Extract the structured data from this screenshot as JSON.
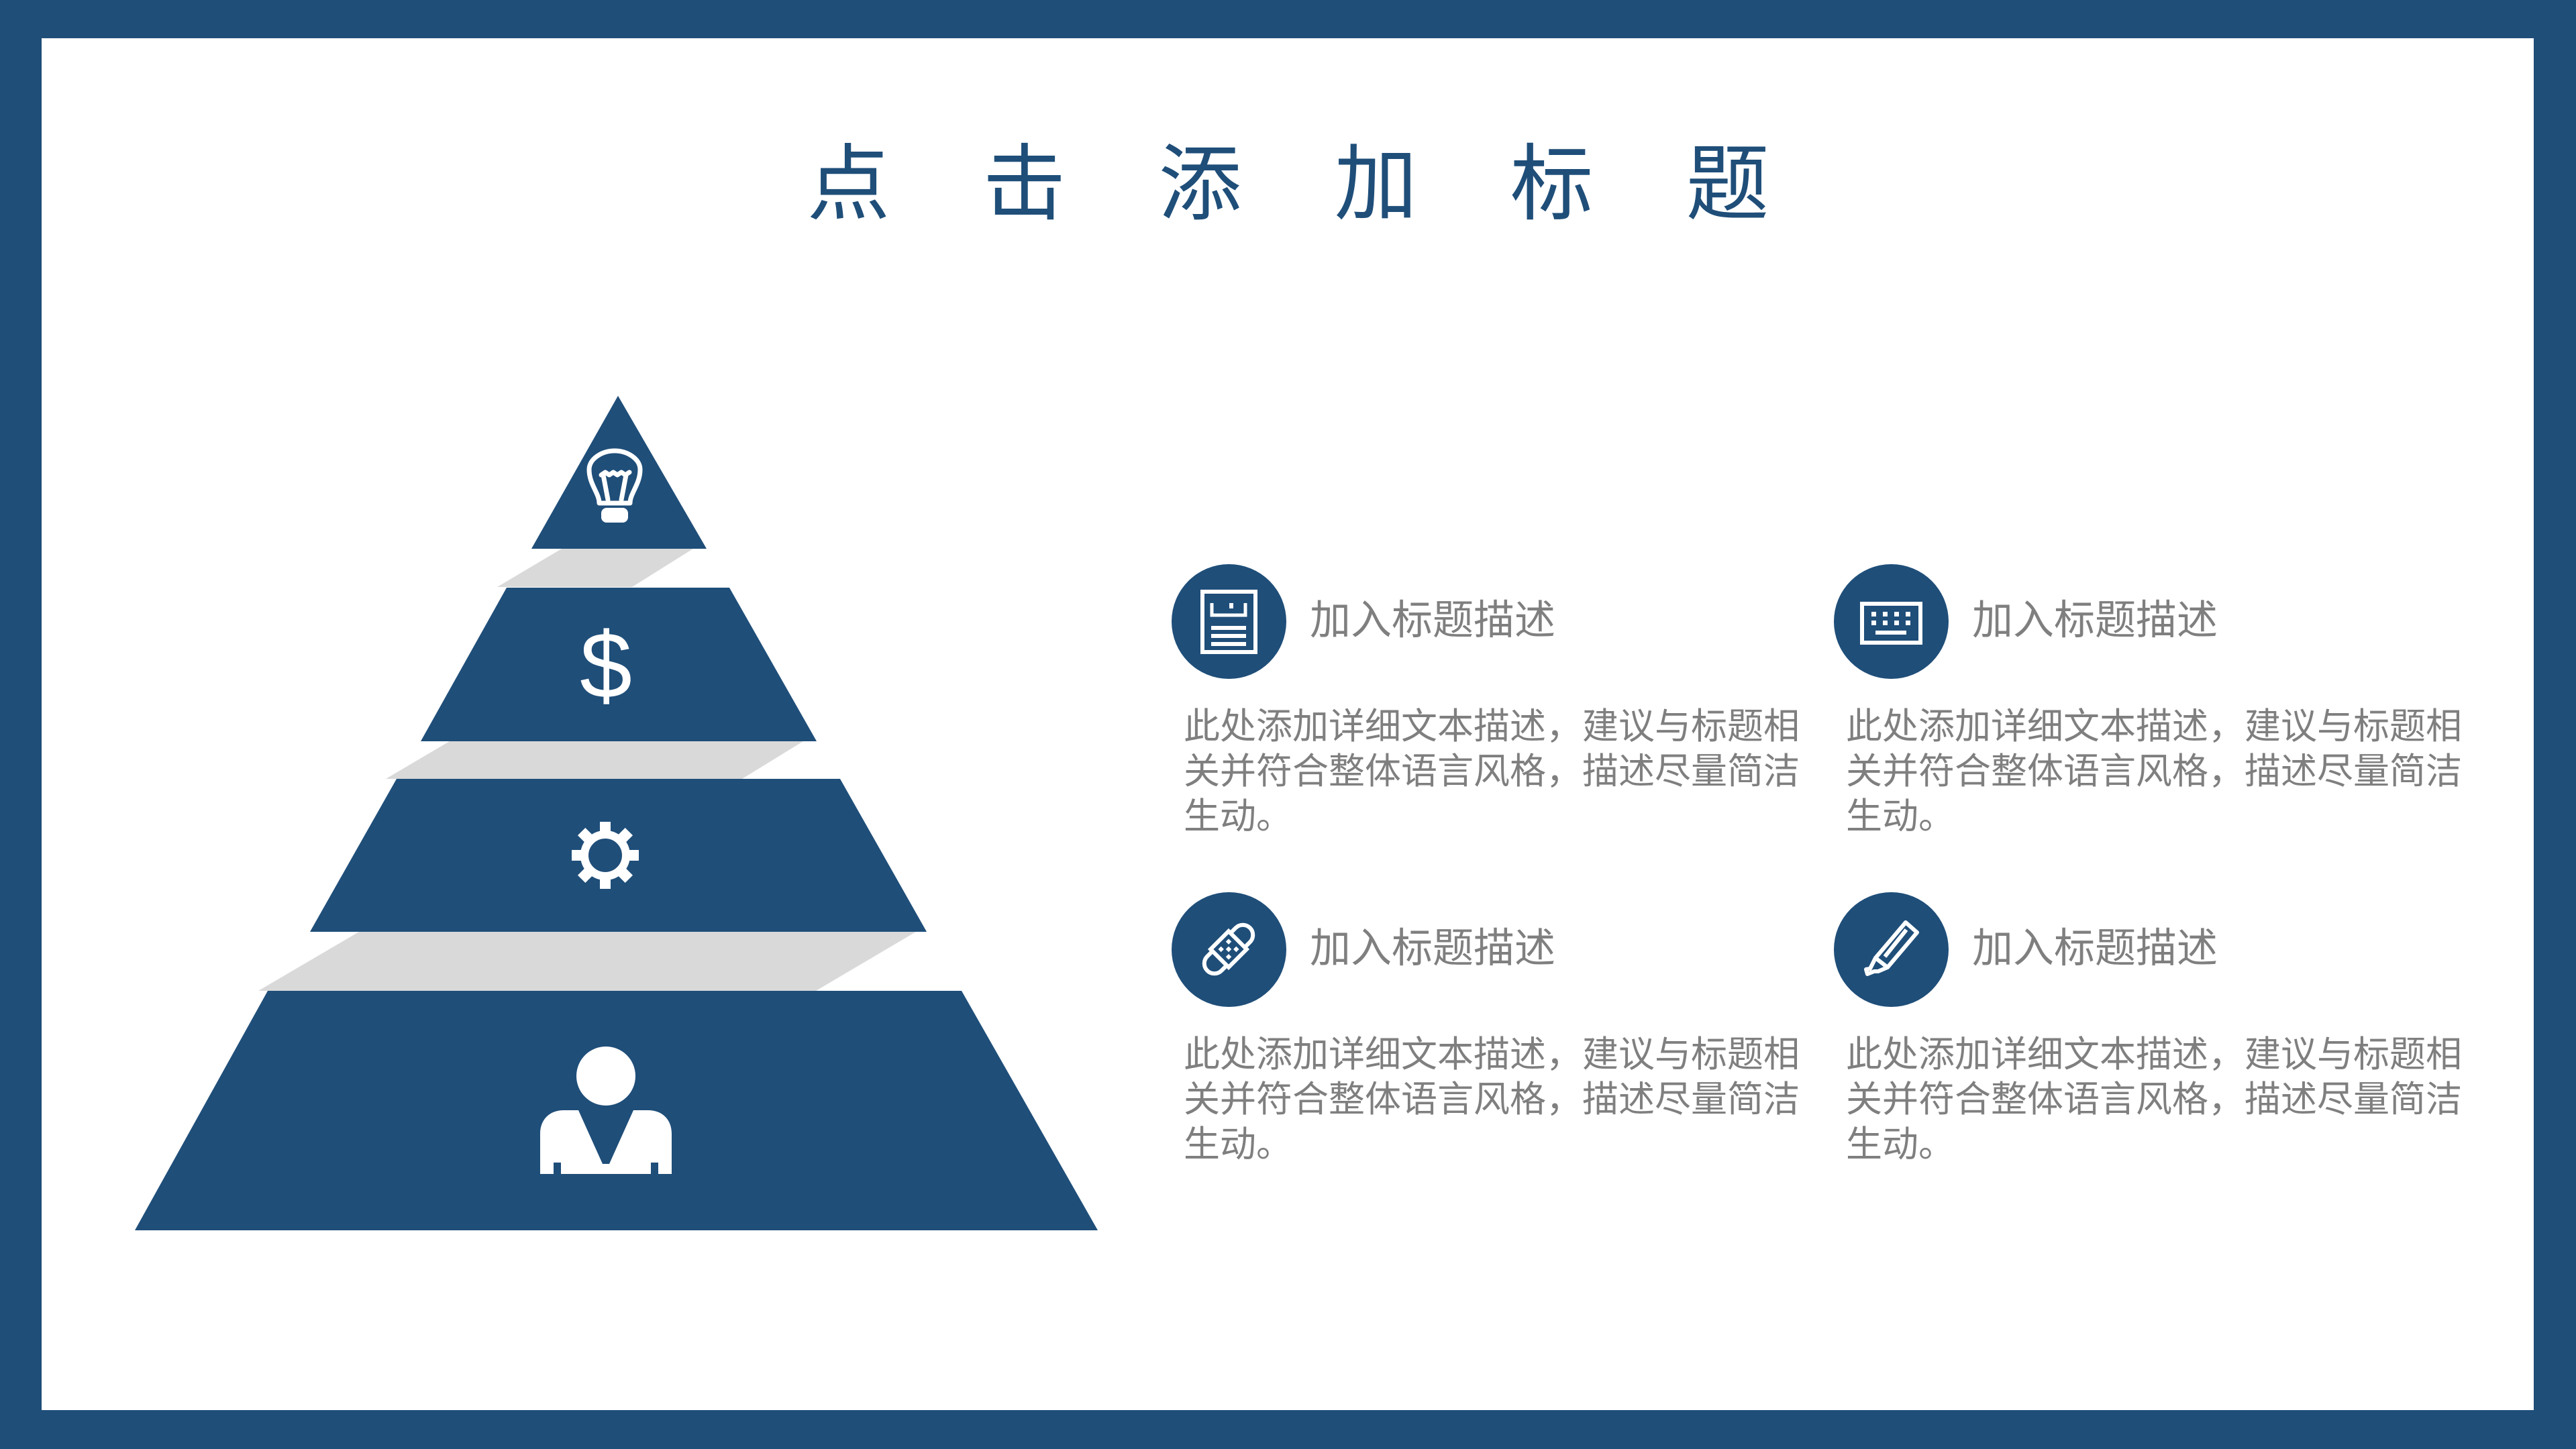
{
  "slide": {
    "title": "点击添加标题",
    "colors": {
      "primary": "#1F4E79",
      "band_gray": "#D9D9D9",
      "text_gray": "#7F7F7F",
      "background": "#FFFFFF"
    }
  },
  "pyramid": {
    "tiers": [
      {
        "level": 1,
        "icon": "lightbulb-icon"
      },
      {
        "level": 2,
        "icon": "dollar-icon"
      },
      {
        "level": 3,
        "icon": "gear-icon"
      },
      {
        "level": 4,
        "icon": "person-icon"
      }
    ]
  },
  "cards": [
    {
      "icon": "document-icon",
      "title": "加入标题描述",
      "body": "此处添加详细文本描述，建议与标题相关并符合整体语言风格，描述尽量简洁生动。"
    },
    {
      "icon": "keyboard-icon",
      "title": "加入标题描述",
      "body": "此处添加详细文本描述，建议与标题相关并符合整体语言风格，描述尽量简洁生动。"
    },
    {
      "icon": "bandage-icon",
      "title": "加入标题描述",
      "body": "此处添加详细文本描述，建议与标题相关并符合整体语言风格，描述尽量简洁生动。"
    },
    {
      "icon": "highlighter-icon",
      "title": "加入标题描述",
      "body": "此处添加详细文本描述，建议与标题相关并符合整体语言风格，描述尽量简洁生动。"
    }
  ]
}
